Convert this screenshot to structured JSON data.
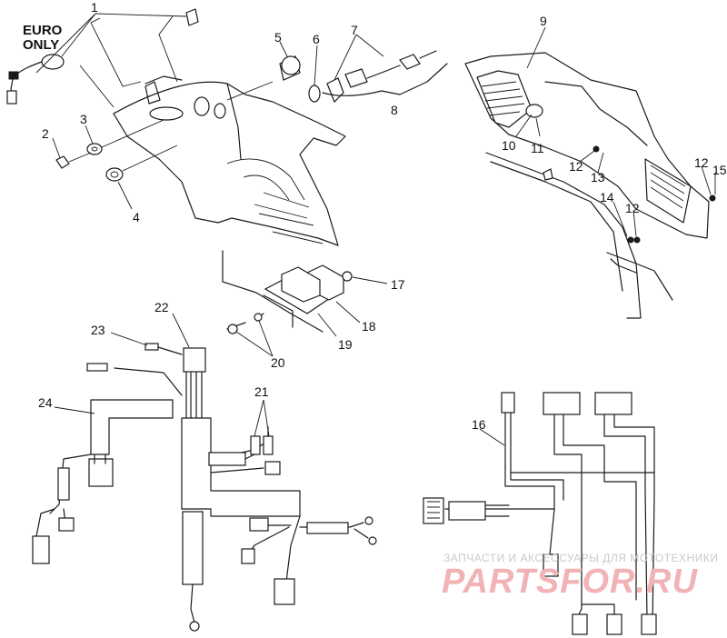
{
  "region_note": {
    "line1": "EURO",
    "line2": "ONLY"
  },
  "callouts": {
    "c1": "1",
    "c2": "2",
    "c3": "3",
    "c4": "4",
    "c5": "5",
    "c6": "6",
    "c7": "7",
    "c8": "8",
    "c9": "9",
    "c10": "10",
    "c11": "11",
    "c12a": "12",
    "c12b": "12",
    "c12c": "12",
    "c13": "13",
    "c14": "14",
    "c15": "15",
    "c16": "16",
    "c17": "17",
    "c18": "18",
    "c19": "19",
    "c20": "20",
    "c21": "21",
    "c22": "22",
    "c23": "23",
    "c24": "24"
  },
  "watermark": {
    "caption": "ЗАПЧАСТИ И АКСЕССУАРЫ ДЛЯ МОТОТЕХНИКИ",
    "brand": "PARTSFOR.RU",
    "brand_color": "#f1b3b6"
  }
}
